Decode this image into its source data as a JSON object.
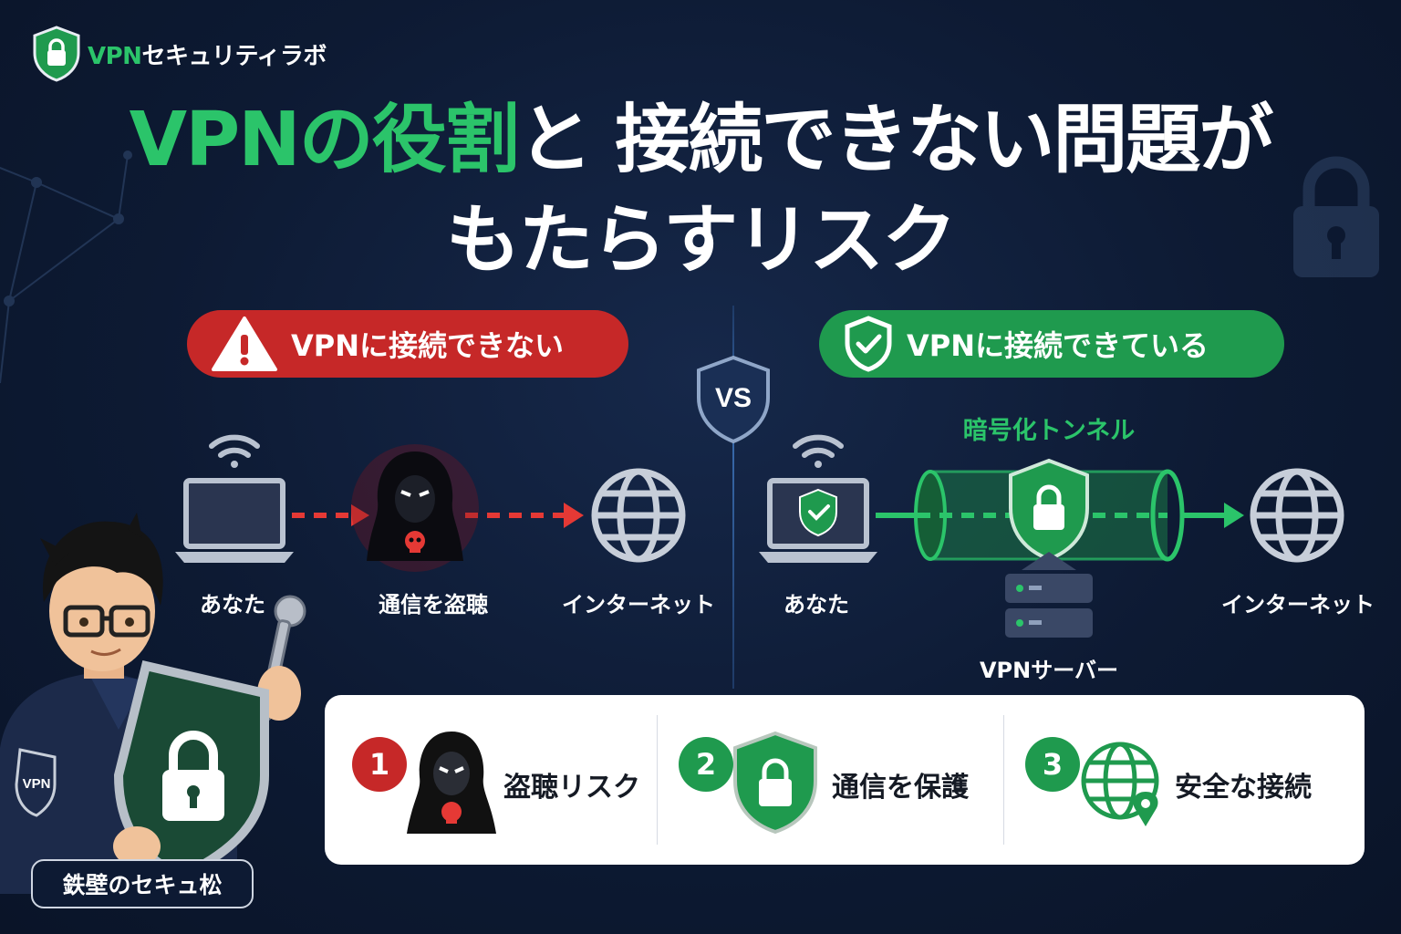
{
  "logo": {
    "brand": "VPN",
    "name": "セキュリティラボ",
    "icon": "shield-lock-icon"
  },
  "title": {
    "line1_green": "VPNの役割",
    "line1_white": "と 接続できない問題が",
    "line2": "もたらすリスク"
  },
  "left_panel": {
    "header": "VPNに接続できない",
    "header_icon": "warning-icon",
    "you": "あなた",
    "attacker": "通信を盗聴",
    "internet": "インターネット"
  },
  "vs": "VS",
  "right_panel": {
    "header": "VPNに接続できている",
    "header_icon": "shield-check-icon",
    "tunnel": "暗号化トンネル",
    "you": "あなた",
    "server": "VPNサーバー",
    "internet": "インターネット"
  },
  "points": [
    {
      "num": "1",
      "label": "盗聴リスク",
      "icon": "hacker-icon"
    },
    {
      "num": "2",
      "label": "通信を保護",
      "icon": "shield-lock-icon"
    },
    {
      "num": "3",
      "label": "安全な接続",
      "icon": "globe-pin-icon"
    }
  ],
  "mascot": {
    "name": "鉄壁のセキュ松",
    "badge": "VPN"
  },
  "colors": {
    "green": "#2bc46a",
    "red": "#c62828",
    "navy": "#0d1a33"
  }
}
